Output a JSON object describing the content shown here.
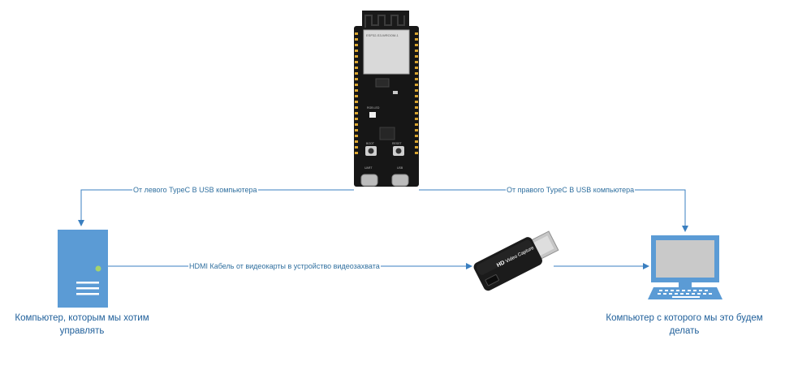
{
  "connections": {
    "left_usb": "От левого TypeC В USB компьютера",
    "right_usb": "От правого TypeC В USB компьютера",
    "hdmi": "HDMI Кабель от видеокарты в устройство видеозахвата"
  },
  "nodes": {
    "controlled_pc": "Компьютер, которым мы хотим управлять",
    "controller_pc": "Компьютер с которого мы это будем делать"
  },
  "board": {
    "module_text": "ESP32-S3-WROOM-1",
    "led_text": "RGB LED",
    "boot_text": "BOOT",
    "reset_text": "RESET",
    "uart_text": "UART",
    "usb_text": "USB"
  },
  "capture_device": {
    "hd_text": "HD",
    "label_text": "Video Capture"
  },
  "colors": {
    "line": "#3a7fc0",
    "text": "#1f5f9a",
    "tower": "#5b9bd5",
    "monitor": "#5b9bd5"
  }
}
